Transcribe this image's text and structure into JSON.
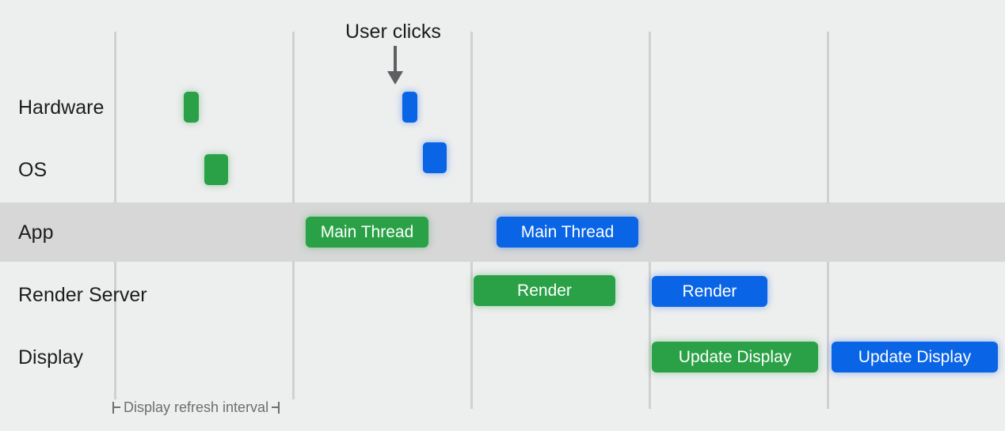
{
  "annotation": {
    "label": "User clicks"
  },
  "rows": [
    {
      "label": "Hardware"
    },
    {
      "label": "OS"
    },
    {
      "label": "App"
    },
    {
      "label": "Render Server"
    },
    {
      "label": "Display"
    }
  ],
  "blocks": {
    "app_green": "Main Thread",
    "app_blue": "Main Thread",
    "render_green": "Render",
    "render_blue": "Render",
    "display_green": "Update Display",
    "display_blue": "Update Display"
  },
  "legend": {
    "interval_label": "Display refresh interval"
  },
  "colors": {
    "frame_one": "#2aa146",
    "frame_two": "#0a64e6",
    "highlight_band": "#d6d7d6",
    "background": "#edeeee"
  }
}
